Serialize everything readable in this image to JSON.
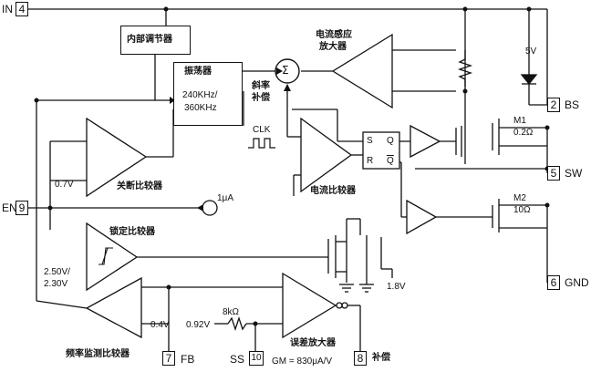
{
  "pins": {
    "in": {
      "label": "IN",
      "num": "4"
    },
    "en": {
      "label": "EN",
      "num": "9"
    },
    "bs": {
      "label": "BS",
      "num": "2"
    },
    "sw": {
      "label": "SW",
      "num": "5"
    },
    "gnd": {
      "label": "GND",
      "num": "6"
    },
    "fb": {
      "label": "FB",
      "num": "7"
    },
    "ss": {
      "label": "SS",
      "num": "10"
    },
    "comp": {
      "label": "补偿",
      "num": "8"
    }
  },
  "blocks": {
    "internal_regulator": "内部调节器",
    "oscillator_title": "振荡器",
    "oscillator_freq_1": "240KHz/",
    "oscillator_freq_2": "360KHz",
    "current_sense_amp_1": "电流感应",
    "current_sense_amp_2": "放大器",
    "slope_comp_1": "斜率",
    "slope_comp_2": "补偿",
    "sum_symbol": "Σ",
    "shutdown_comp": "关断比较器",
    "current_comp": "电流比较器",
    "lockout_comp": "锁定比较器",
    "freq_monitor_comp": "频率监测比较器",
    "error_amp": "误差放大器"
  },
  "labels": {
    "clk": "CLK",
    "v_5v": "5V",
    "m1": "M1",
    "m1_res": "0.2Ω",
    "m2": "M2",
    "m2_res": "10Ω",
    "v_07": "0.7V",
    "i_1ua": "1μA",
    "v_250": "2.50V/",
    "v_230": "2.30V",
    "v_04": "0.4V",
    "v_092": "0.92V",
    "r_8k": "8kΩ",
    "v_18": "1.8V",
    "gm": "GM = 830μA/V",
    "latch_s": "S",
    "latch_r": "R",
    "latch_q": "Q",
    "latch_qb": "Q"
  }
}
